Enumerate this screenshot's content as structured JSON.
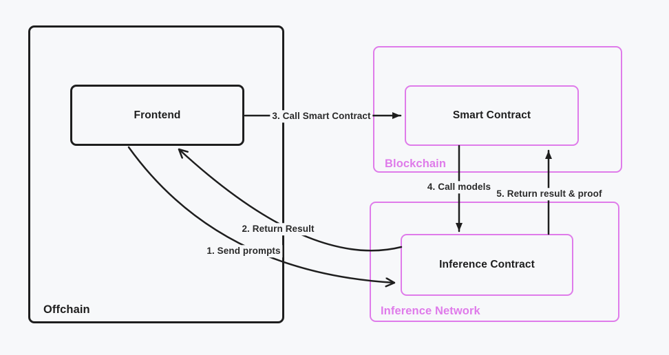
{
  "canvas": {
    "colors": {
      "bg": "#f7f8fa",
      "ink": "#1e1e1e",
      "accent": "#df7bea"
    }
  },
  "groups": {
    "offchain": {
      "label": "Offchain"
    },
    "blockchain": {
      "label": "Blockchain"
    },
    "inference_network": {
      "label": "Inference Network"
    }
  },
  "nodes": {
    "frontend": {
      "label": "Frontend"
    },
    "smart_contract": {
      "label": "Smart Contract"
    },
    "inference_contract": {
      "label": "Inference Contract"
    }
  },
  "arrows": {
    "send_prompts": {
      "label": "1. Send prompts"
    },
    "return_result": {
      "label": "2. Return Result"
    },
    "call_smart_contract": {
      "label": "3. Call Smart Contract"
    },
    "call_models": {
      "label": "4. Call models"
    },
    "return_result_proof": {
      "label": "5. Return result & proof"
    }
  }
}
